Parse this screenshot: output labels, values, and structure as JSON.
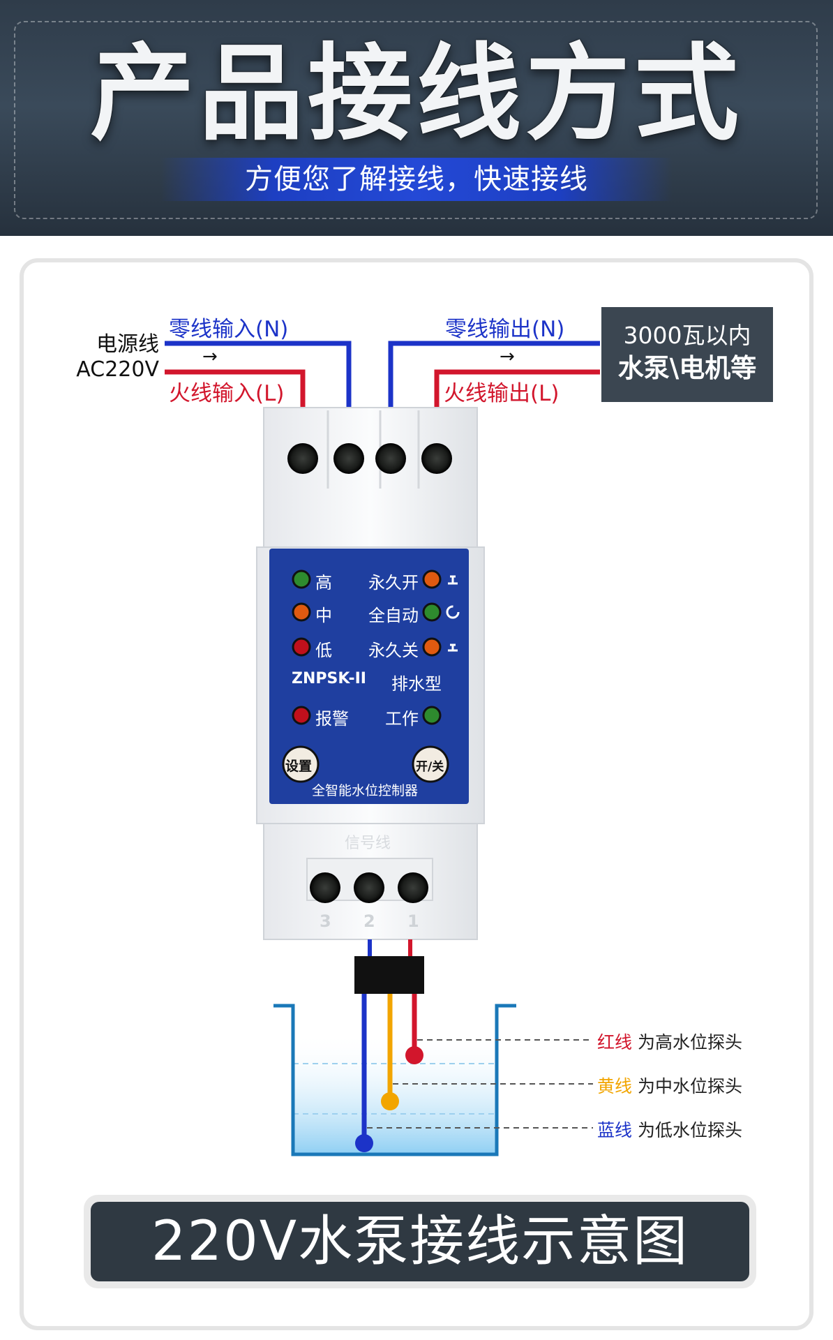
{
  "header": {
    "title": "产品接线方式",
    "subtitle": "方便您了解接线，快速接线"
  },
  "wiring": {
    "power_label_line1": "电源线",
    "power_label_line2": "AC220V",
    "neutral_in": "零线输入(N)",
    "live_in": "火线输入(L)",
    "neutral_out": "零线输出(N)",
    "live_out": "火线输出(L)",
    "arrow_in": "→",
    "arrow_out": "→"
  },
  "load": {
    "line1": "3000瓦以内",
    "line2": "水泵\\电机等"
  },
  "device": {
    "panel_indicators": {
      "high": "高",
      "mid": "中",
      "low": "低",
      "always_on": "永久开",
      "auto": "全自动",
      "always_off": "永久关",
      "alarm": "报警",
      "work": "工作"
    },
    "model": "ZNPSK-II",
    "type": "排水型",
    "set_button": "设置",
    "power_button": "开/关",
    "product_name": "全智能水位控制器",
    "signal_label": "信号线",
    "terminal_numbers": [
      "3",
      "2",
      "1"
    ]
  },
  "probes": [
    {
      "color_word": "红线",
      "desc": " 为高水位探头"
    },
    {
      "color_word": "黄线",
      "desc": " 为中水位探头"
    },
    {
      "color_word": "蓝线",
      "desc": " 为低水位探头"
    }
  ],
  "footer": {
    "title": "220V水泵接线示意图"
  },
  "colors": {
    "neutral_wire": "#1c33c8",
    "live_wire": "#d2162c",
    "mid_probe": "#f2a500",
    "panel": "#1f3fa0",
    "indicator_green": "#2e8b2e",
    "indicator_orange": "#e05a10",
    "indicator_red": "#c0101c"
  }
}
